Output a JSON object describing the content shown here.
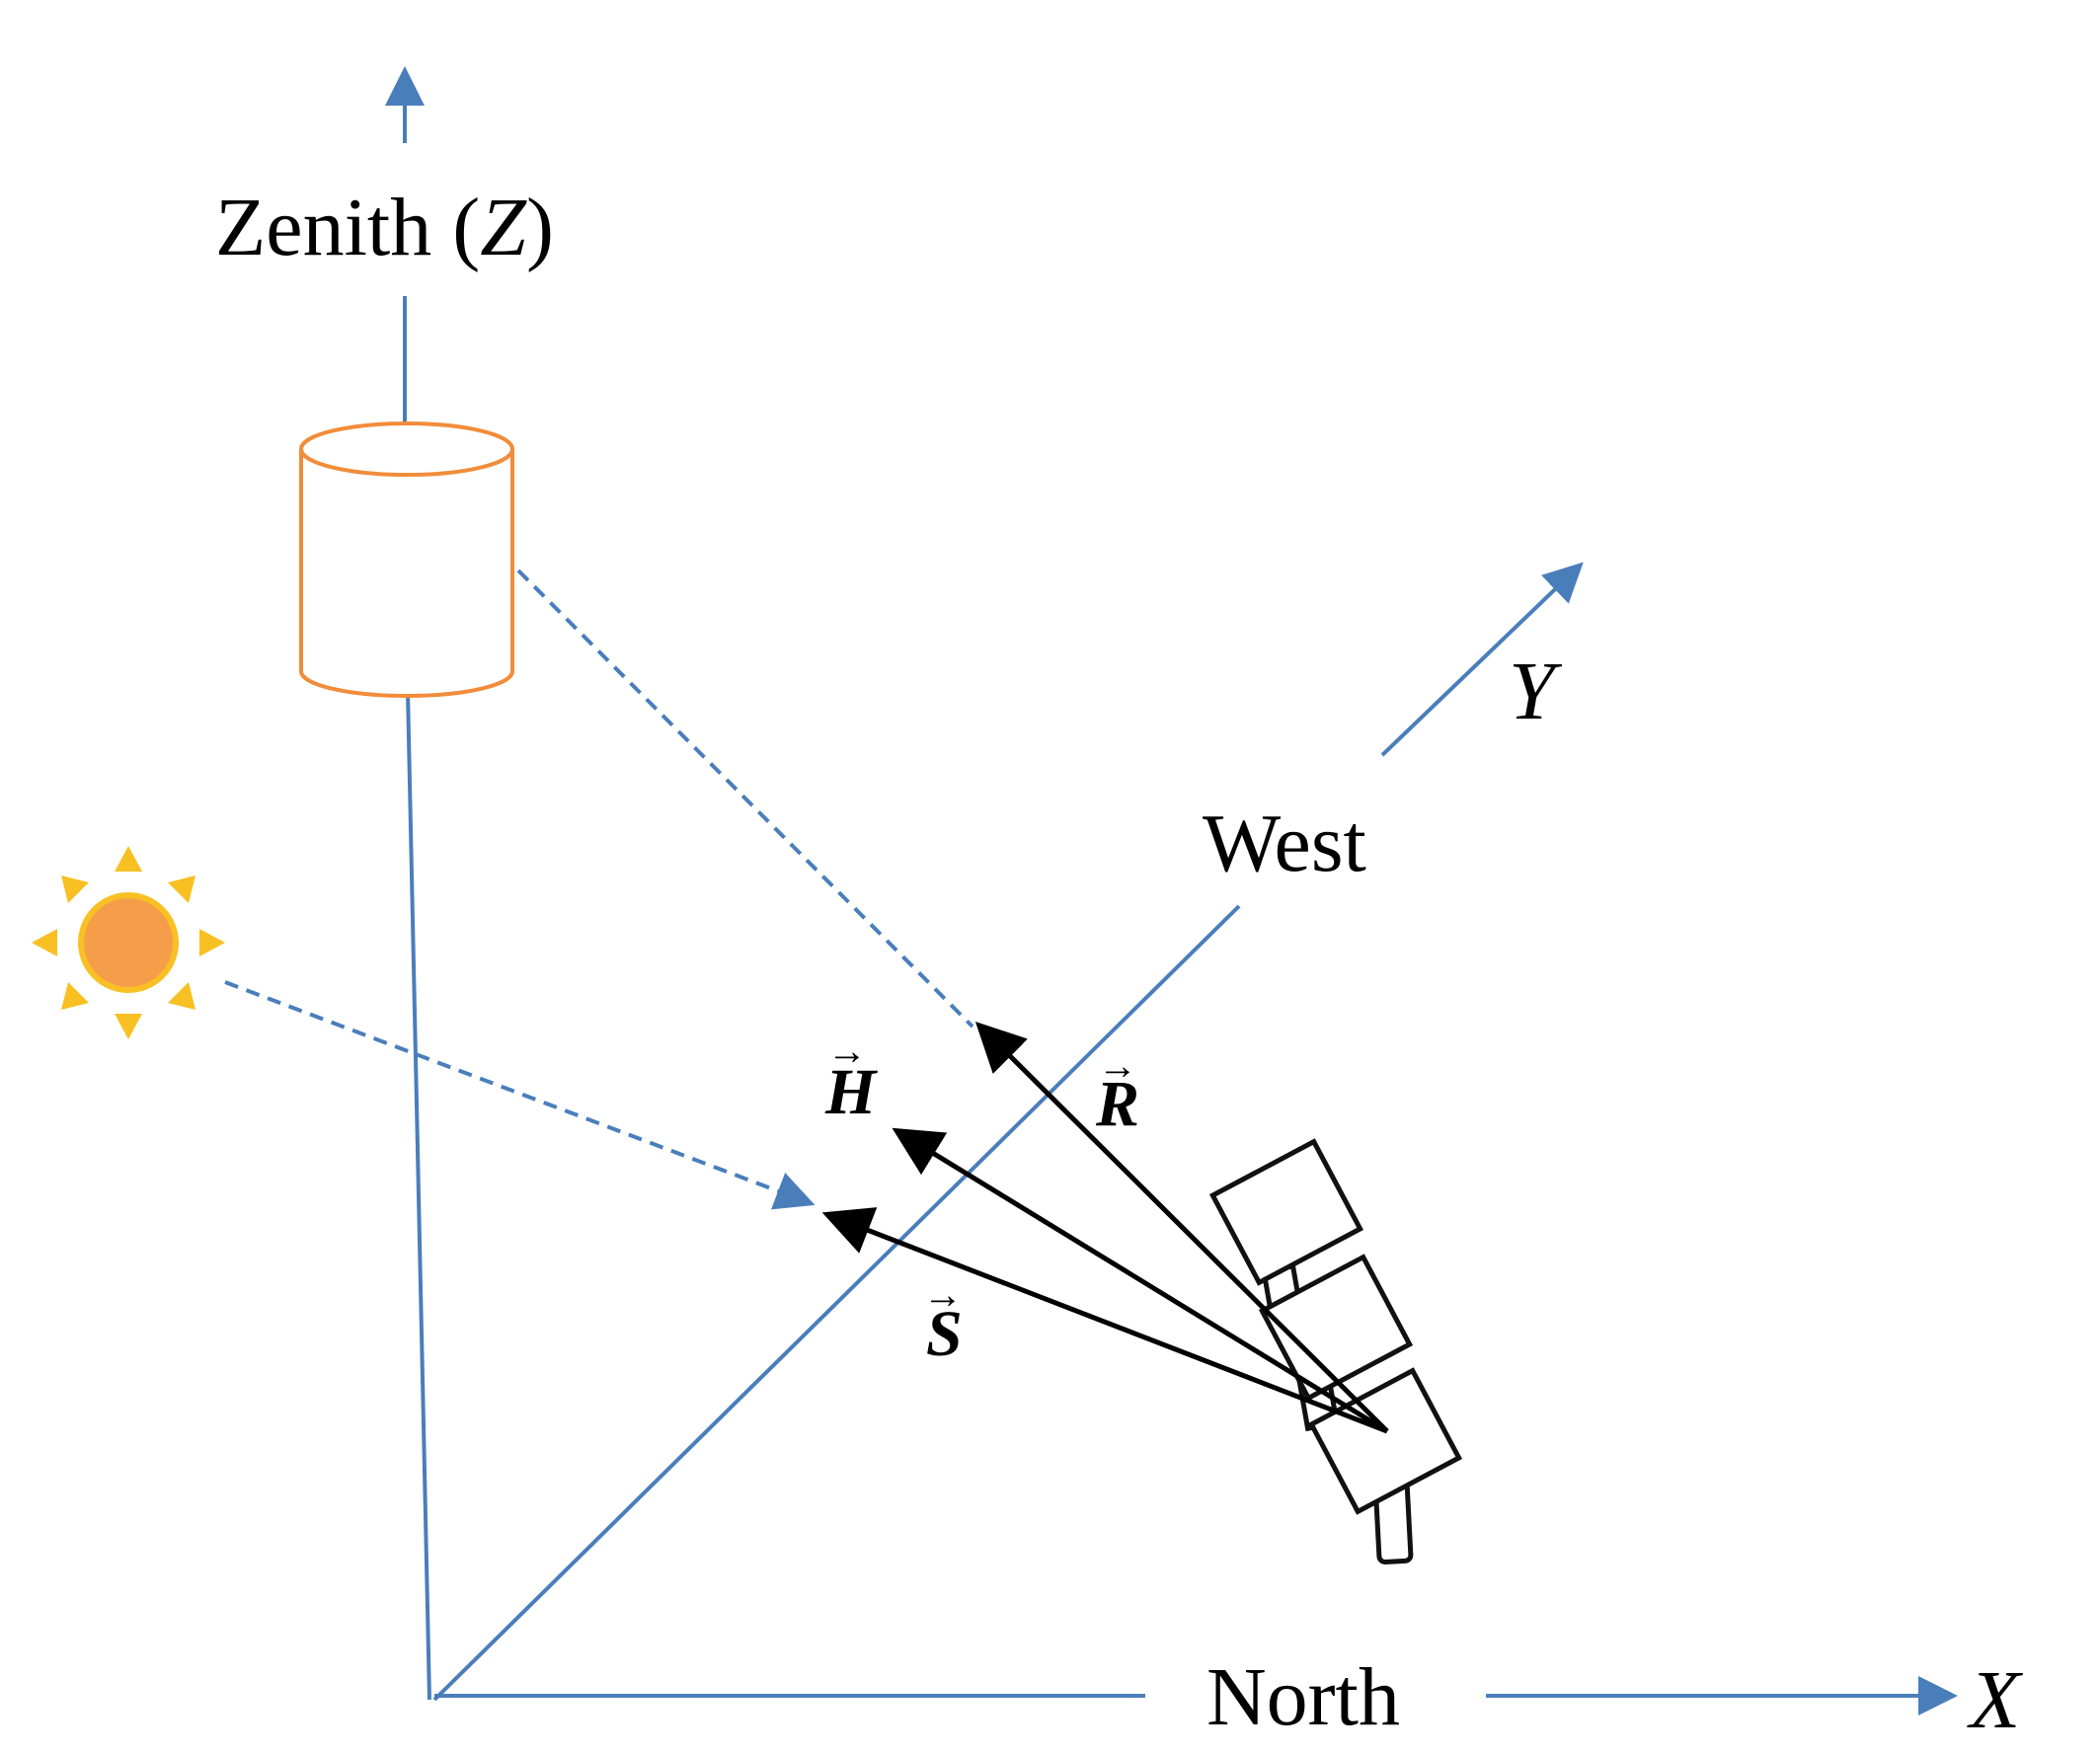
{
  "labels": {
    "zenith_prefix": "Zenith (",
    "zenith_var": "Z",
    "zenith_suffix": ")",
    "west": "West",
    "north": "North",
    "x_axis": "X",
    "y_axis": "Y"
  },
  "vectors": {
    "h": {
      "symbol": "H",
      "arrow": "→"
    },
    "r": {
      "symbol": "R",
      "arrow": "→"
    },
    "s": {
      "symbol": "S",
      "arrow": "→"
    }
  },
  "colors": {
    "axis": "#4A7EBB",
    "vector": "#000000",
    "sensor_outline": "#F28C3A",
    "sun_fill": "#F59E4A",
    "sun_rays": "#F9C023"
  },
  "icons": [
    "sun-icon",
    "sensor-cylinder-icon",
    "solar-panel-icon"
  ]
}
